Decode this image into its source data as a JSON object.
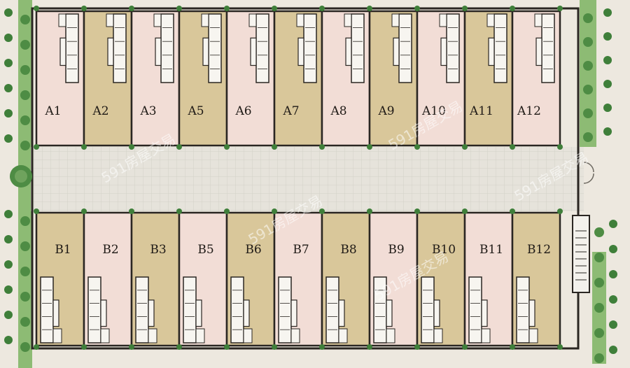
{
  "floor_plan": {
    "row_a": [
      "A1",
      "A2",
      "A3",
      "A5",
      "A6",
      "A7",
      "A8",
      "A9",
      "A10",
      "A11",
      "A12"
    ],
    "row_b": [
      "B1",
      "B2",
      "B3",
      "B5",
      "B6",
      "B7",
      "B8",
      "B9",
      "B10",
      "B11",
      "B12"
    ],
    "shading_a": [
      "pink",
      "tan",
      "pink",
      "tan",
      "pink",
      "tan",
      "pink",
      "tan",
      "pink",
      "tan",
      "pink"
    ],
    "shading_b": [
      "tan",
      "pink",
      "tan",
      "pink",
      "tan",
      "pink",
      "tan",
      "pink",
      "tan",
      "pink",
      "tan"
    ],
    "colors": {
      "pink": "#f2ddd6",
      "tan": "#d9c79a",
      "wall": "#2a2622",
      "court": "#e7e4dc",
      "grass": "#7fb069",
      "tree": "#3f7f3a",
      "sidewalk": "#ece7dd"
    },
    "watermark": "591房屋交易"
  }
}
